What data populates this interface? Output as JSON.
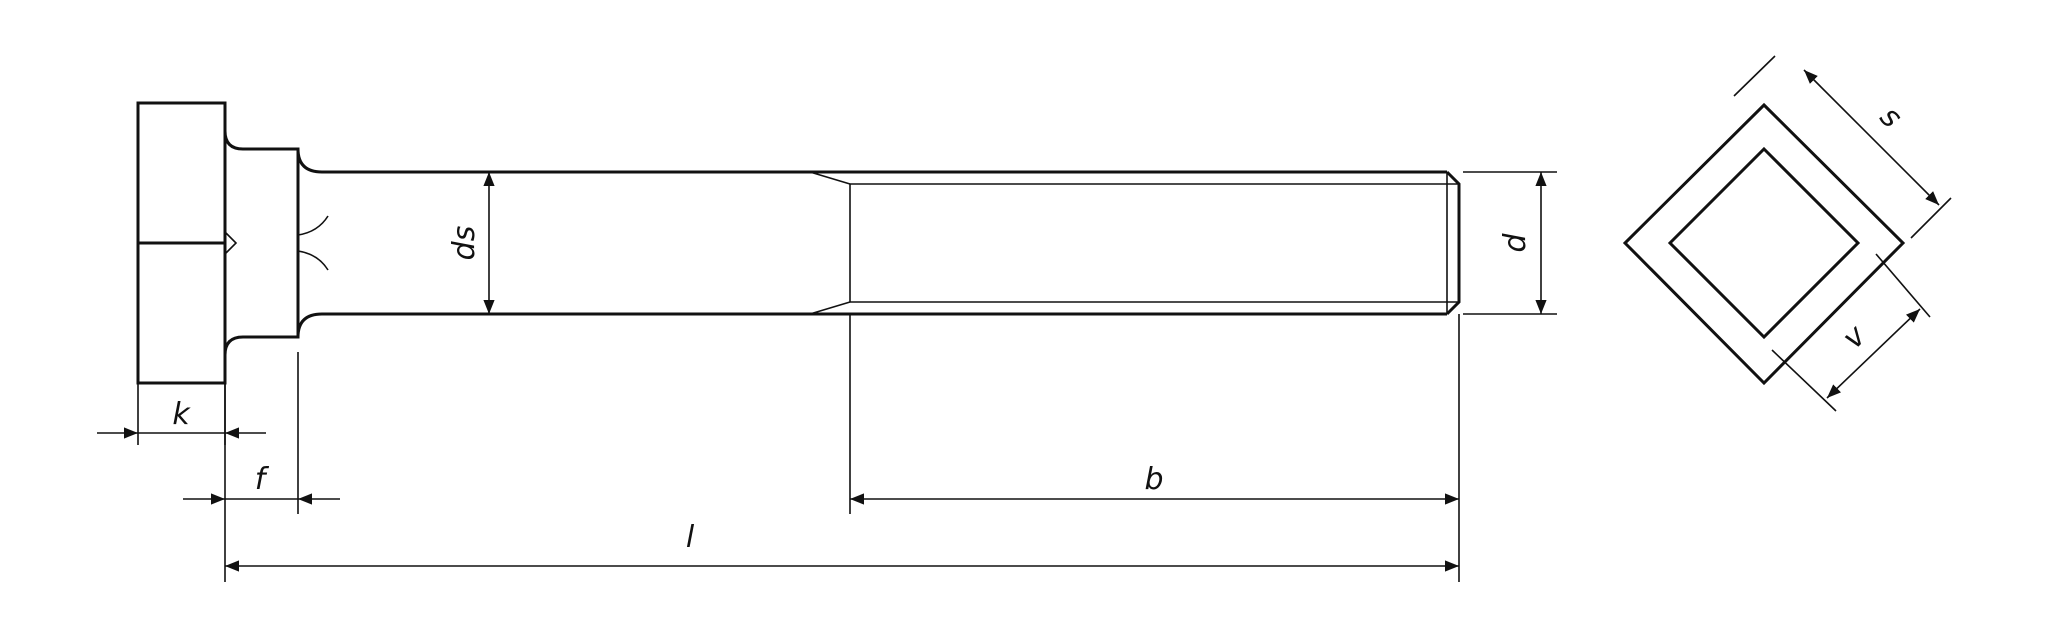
{
  "labels": {
    "k": "k",
    "f": "f",
    "l": "l",
    "b": "b",
    "ds": "ds",
    "d": "d",
    "s": "s",
    "v": "v"
  },
  "colors": {
    "line": "#111111",
    "background": "#ffffff"
  }
}
